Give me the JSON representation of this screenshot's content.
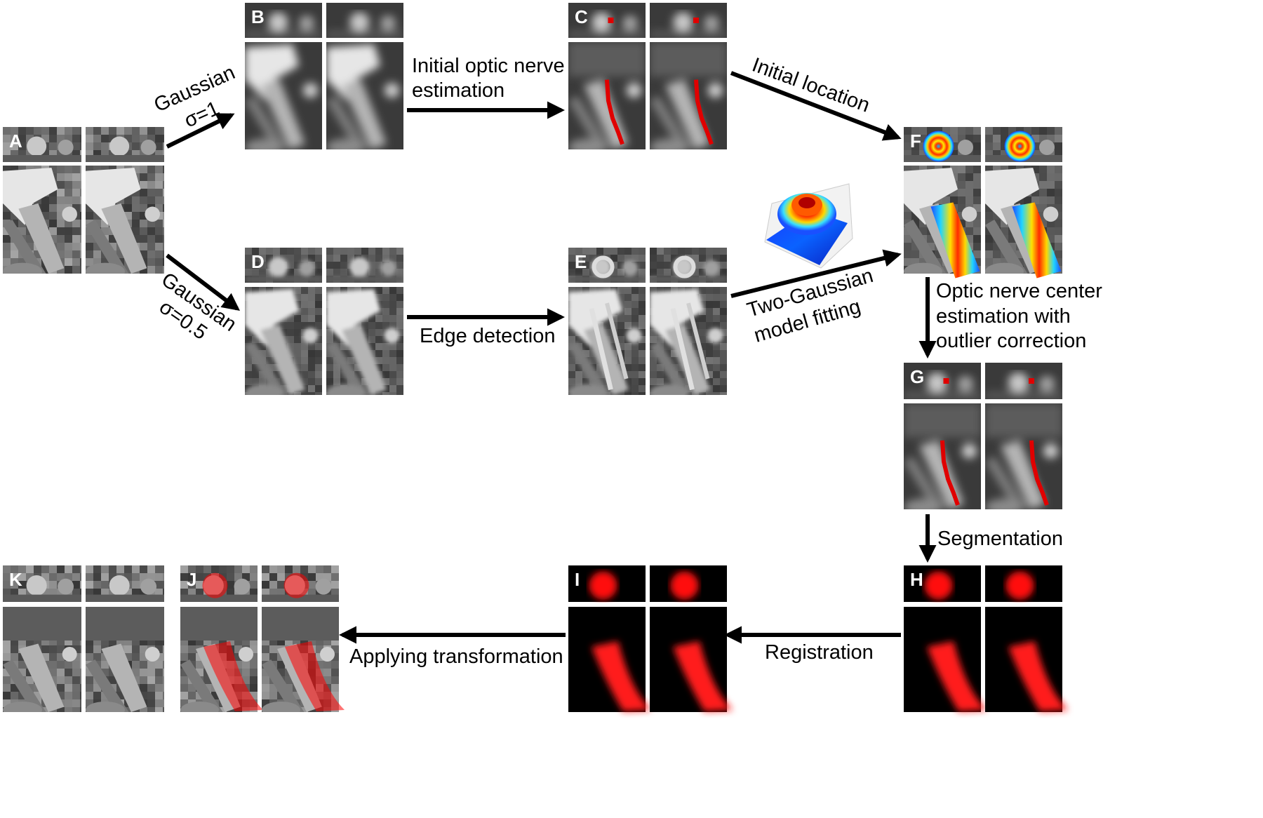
{
  "panels": [
    "A",
    "B",
    "C",
    "D",
    "E",
    "F",
    "G",
    "H",
    "I",
    "J",
    "K"
  ],
  "steps": {
    "gaussian_1": [
      "Gaussian",
      "σ=1"
    ],
    "gaussian_05": [
      "Gaussian",
      "σ=0.5"
    ],
    "initial_estimation": [
      "Initial optic nerve",
      "estimation"
    ],
    "edge_detection": "Edge detection",
    "initial_location": "Initial location",
    "two_gaussian": [
      "Two-Gaussian",
      "model fitting"
    ],
    "center_estimation": [
      "Optic nerve center",
      "estimation with",
      "outlier correction"
    ],
    "segmentation": "Segmentation",
    "registration": "Registration",
    "applying_transformation": "Applying transformation"
  },
  "colors": {
    "arrow": "#000000",
    "marker": "#e00000",
    "overlay": "#ff1a1a",
    "label": "#ffffff"
  },
  "heatmap_3d": "two-gaussian surface plot (jet colormap)"
}
